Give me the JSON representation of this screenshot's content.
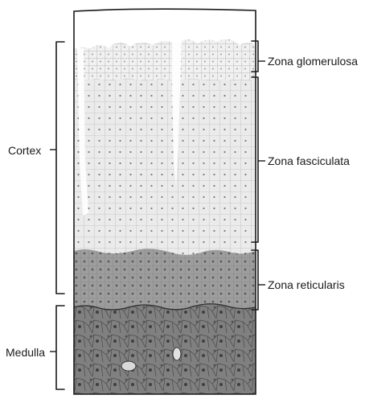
{
  "labels": {
    "cortex": "Cortex",
    "medulla": "Medulla",
    "zona_glomerulosa": "Zona glomerulosa",
    "zona_fasciculata": "Zona fasciculata",
    "zona_reticularis": "Zona reticularis"
  },
  "colors": {
    "ink": "#1a1a1a",
    "fasciculata": "#e6e6e6",
    "glomerulosa": "#eeeeee",
    "reticularis": "#9a9a9a",
    "medulla": "#7c7c7c",
    "capsule": "#ffffff"
  }
}
